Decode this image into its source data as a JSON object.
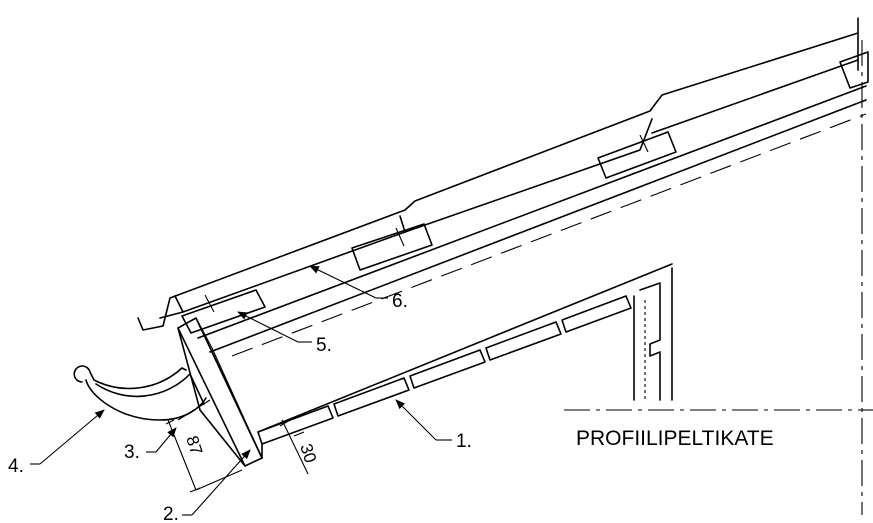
{
  "callouts": {
    "c1": "1.",
    "c2": "2.",
    "c3": "3.",
    "c4": "4.",
    "c5": "5.",
    "c6": "6."
  },
  "dimensions": {
    "d87": "87",
    "d30": "30"
  },
  "title": "PROFIILIPELTIKATE"
}
